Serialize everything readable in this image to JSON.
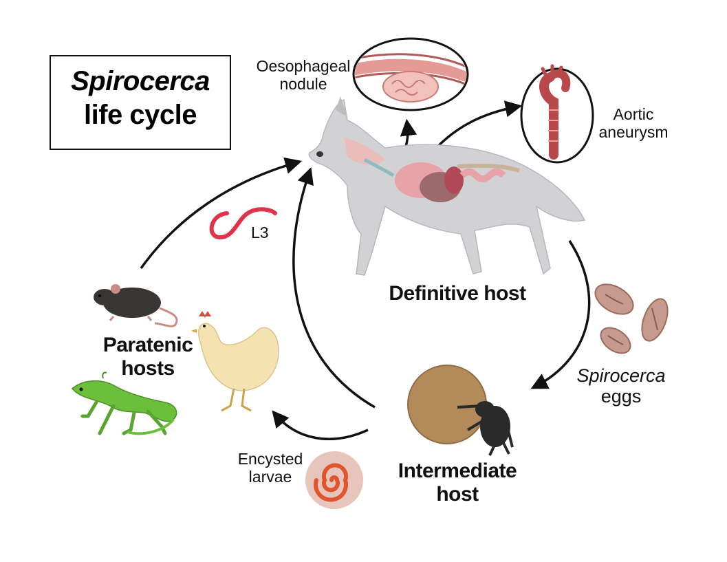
{
  "title": {
    "line1": "Spirocerca",
    "line2": "life cycle"
  },
  "labels": {
    "oesophageal_nodule_1": "Oesophageal",
    "oesophageal_nodule_2": "nodule",
    "aortic_aneurysm_1": "Aortic",
    "aortic_aneurysm_2": "aneurysm",
    "l3": "L3",
    "definitive_host": "Definitive host",
    "spirocerca_eggs_1": "Spirocerca",
    "spirocerca_eggs_2": "eggs",
    "paratenic_hosts_1": "Paratenic",
    "paratenic_hosts_2": "hosts",
    "encysted_larvae_1": "Encysted",
    "encysted_larvae_2": "larvae",
    "intermediate_host_1": "Intermediate",
    "intermediate_host_2": "host"
  },
  "colors": {
    "arrow": "#111111",
    "worm": "#e0334a",
    "egg": "#c69a8e",
    "dung_ball": "#b38a5a",
    "beetle": "#2a2a2a",
    "wolf": "#cfcfd2",
    "chicken": "#f4e2b0",
    "lizard": "#6bbf3a",
    "mouse": "#3a3535",
    "tissue": "#e8a3a0",
    "larva": "#e0552e"
  }
}
